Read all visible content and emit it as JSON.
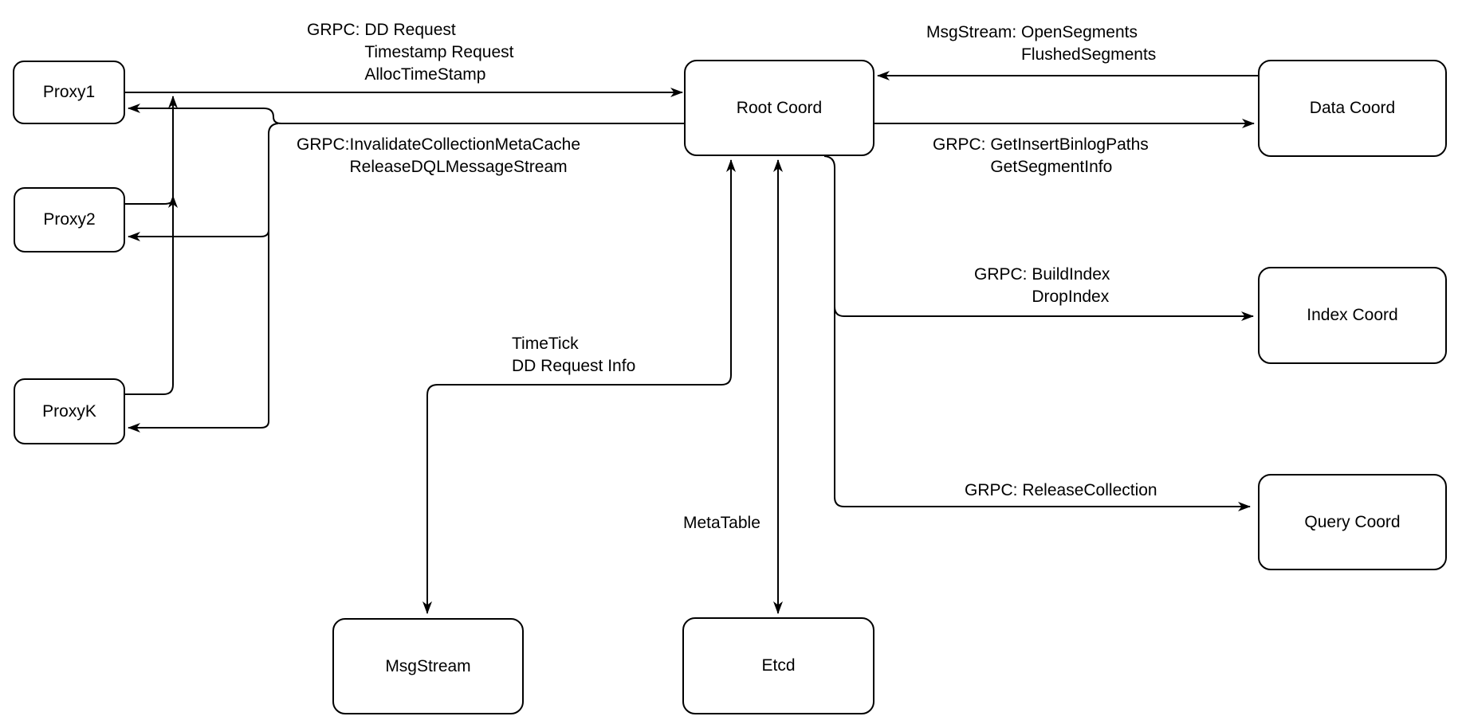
{
  "colors": {
    "stroke": "#000000",
    "node_fill": "#ffffff",
    "background": "#ffffff"
  },
  "nodes": {
    "proxy1": {
      "label": "Proxy1"
    },
    "proxy2": {
      "label": "Proxy2"
    },
    "proxyk": {
      "label": "ProxyK"
    },
    "root_coord": {
      "label": "Root Coord"
    },
    "data_coord": {
      "label": "Data Coord"
    },
    "index_coord": {
      "label": "Index Coord"
    },
    "query_coord": {
      "label": "Query Coord"
    },
    "msgstream": {
      "label": "MsgStream"
    },
    "etcd": {
      "label": "Etcd"
    }
  },
  "edge_labels": {
    "proxy_to_root": {
      "prefix": "GRPC: ",
      "lines": [
        "DD Request",
        "Timestamp Request",
        "AllocTimeStamp"
      ]
    },
    "root_to_proxy": {
      "prefix": "GRPC:",
      "lines": [
        "InvalidateCollectionMetaCache",
        "ReleaseDQLMessageStream"
      ]
    },
    "data_to_root": {
      "prefix": "MsgStream: ",
      "lines": [
        "OpenSegments",
        "FlushedSegments"
      ]
    },
    "root_to_data": {
      "prefix": "GRPC: ",
      "lines": [
        "GetInsertBinlogPaths",
        "GetSegmentInfo"
      ]
    },
    "root_to_index": {
      "prefix": "GRPC: ",
      "lines": [
        "BuildIndex",
        "DropIndex"
      ]
    },
    "root_to_query": {
      "text": "GRPC: ReleaseCollection"
    },
    "root_to_msgstream": {
      "lines": [
        "TimeTick",
        "DD Request Info"
      ]
    },
    "root_to_etcd": {
      "text": "MetaTable"
    }
  }
}
